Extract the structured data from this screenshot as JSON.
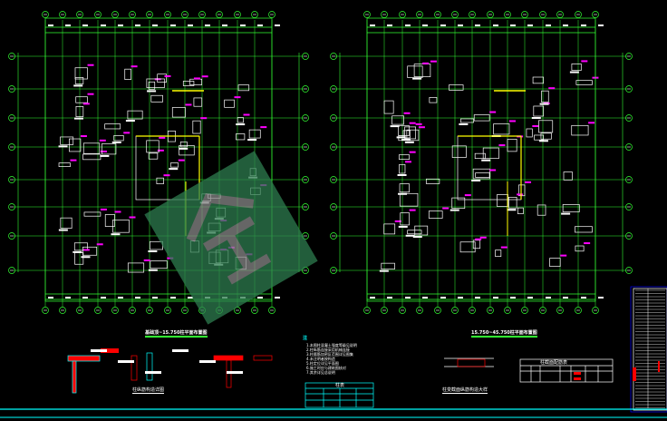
{
  "drawing": {
    "left_plan_title": "基础顶~15.750柱平面布置图",
    "right_plan_title": "15.750~45.750柱平面布置图",
    "detail_left_title": "柱纵筋构造详图",
    "detail_right_title": "柱变截面纵筋构造大样",
    "notes_heading": "注",
    "notes": [
      "1.本图柱混凝土强度等级见说明",
      "2.柱纵筋连接采用机械连接",
      "3.柱箍筋加密区范围详见图集",
      "4.未注明者按构造",
      "5.柱定位详见平面图",
      "6.施工时应与建筑图核对",
      "7.其余详见总说明"
    ],
    "table_title": "柱表",
    "schedule_title": "柱截面配筋表"
  },
  "colors": {
    "grid": "#33ff33",
    "wall": "#ffffff",
    "accent": "#ff00ff",
    "rebar": "#ff0000",
    "frame": "#00ffff",
    "beam": "#ffff00",
    "watermark": "#2e7d4f",
    "titleblock": "#0000ff"
  }
}
